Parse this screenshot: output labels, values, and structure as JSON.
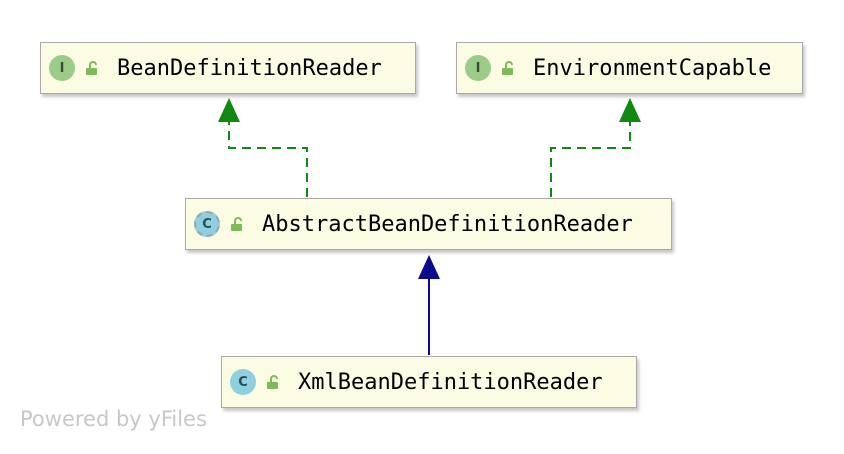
{
  "nodes": {
    "bean_definition_reader": {
      "kind": "interface",
      "badge": "I",
      "name": "BeanDefinitionReader"
    },
    "environment_capable": {
      "kind": "interface",
      "badge": "I",
      "name": "EnvironmentCapable"
    },
    "abstract_bean_definition_reader": {
      "kind": "abstract-class",
      "badge": "C",
      "name": "AbstractBeanDefinitionReader"
    },
    "xml_bean_definition_reader": {
      "kind": "class",
      "badge": "C",
      "name": "XmlBeanDefinitionReader"
    }
  },
  "edges": [
    {
      "from": "abstract_bean_definition_reader",
      "to": "bean_definition_reader",
      "relation": "implements"
    },
    {
      "from": "abstract_bean_definition_reader",
      "to": "environment_capable",
      "relation": "implements"
    },
    {
      "from": "xml_bean_definition_reader",
      "to": "abstract_bean_definition_reader",
      "relation": "extends"
    }
  ],
  "colors": {
    "implements_edge": "#118811",
    "extends_edge": "#0b0b8c",
    "node_fill": "#fcfce4",
    "lock_icon": "#7cba5a"
  },
  "watermark": "Powered by yFiles"
}
